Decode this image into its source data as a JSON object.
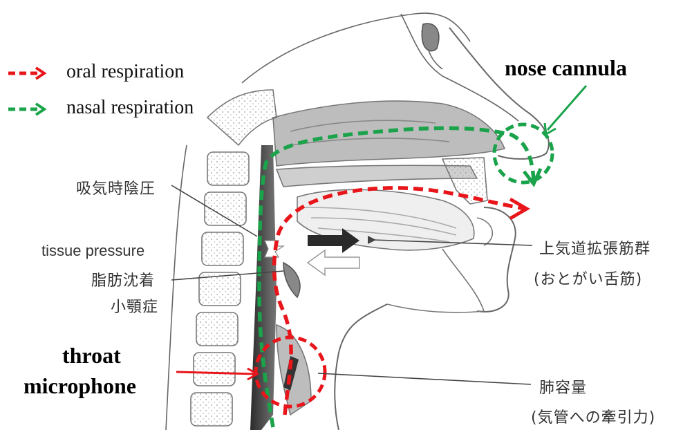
{
  "legend": {
    "oral": {
      "label": "oral  respiration",
      "color": "#e8161b"
    },
    "nasal": {
      "label": "nasal respiration",
      "color": "#1aa34a"
    }
  },
  "labels": {
    "nose_cannula": "nose cannula",
    "negative_pressure": "吸気時陰圧",
    "tissue_pressure": "tissue pressure",
    "fat_deposit": "脂肪沈着",
    "micrognathia": "小顎症",
    "throat_microphone_line1": "throat",
    "throat_microphone_line2": "microphone",
    "upper_airway_muscles": "上気道拡張筋群",
    "genioglossus": "(おとがい舌筋)",
    "lung_volume": "肺容量",
    "tracheal_traction": "(気管への牽引力)"
  },
  "colors": {
    "oral": "#e8161b",
    "nasal": "#1aa34a",
    "anatomy": "#7a7a7a"
  }
}
